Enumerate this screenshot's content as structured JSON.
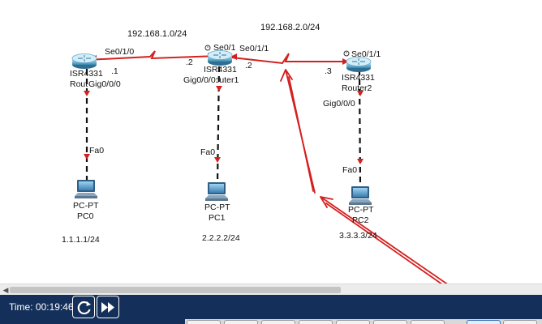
{
  "networks": {
    "net1": "192.168.1.0/24",
    "net2": "192.168.2.0/24"
  },
  "routers": [
    {
      "model": "ISR4331",
      "name": "Router0"
    },
    {
      "model": "ISR4331",
      "name": "Router1"
    },
    {
      "model": "ISR4331",
      "name": "Router2"
    }
  ],
  "pcs": [
    {
      "model": "PC-PT",
      "name": "PC0",
      "ip": "1.1.1.1/24",
      "port": "Fa0"
    },
    {
      "model": "PC-PT",
      "name": "PC1",
      "ip": "2.2.2.2/24",
      "port": "Fa0"
    },
    {
      "model": "PC-PT",
      "name": "PC2",
      "ip": "3.3.3.3/24",
      "port": "Fa0"
    }
  ],
  "ports": {
    "r0_serial": "Se0/1/0",
    "r0_gig": "Gig0/0/0",
    "r0_host": ".1",
    "r1_serial_left": "Se0/1",
    "r1_serial_right": "Se0/1/1",
    "r1_gig": "Gig0/0/0",
    "r1_host_left": ".2",
    "r1_host_right": ".2",
    "r2_serial": "Se0/1/1",
    "r2_gig": "Gig0/0/0",
    "r2_host": ".3"
  },
  "status_bar": {
    "time_label": "Time: 00:19:46"
  },
  "colors": {
    "serial_link": "#d42020",
    "ethernet_link": "#111111",
    "bottom_bar": "#14305a",
    "annotation": "#d42020"
  },
  "icons": {
    "reset": "reset-time-icon",
    "fast_forward": "fast-forward-icon"
  }
}
